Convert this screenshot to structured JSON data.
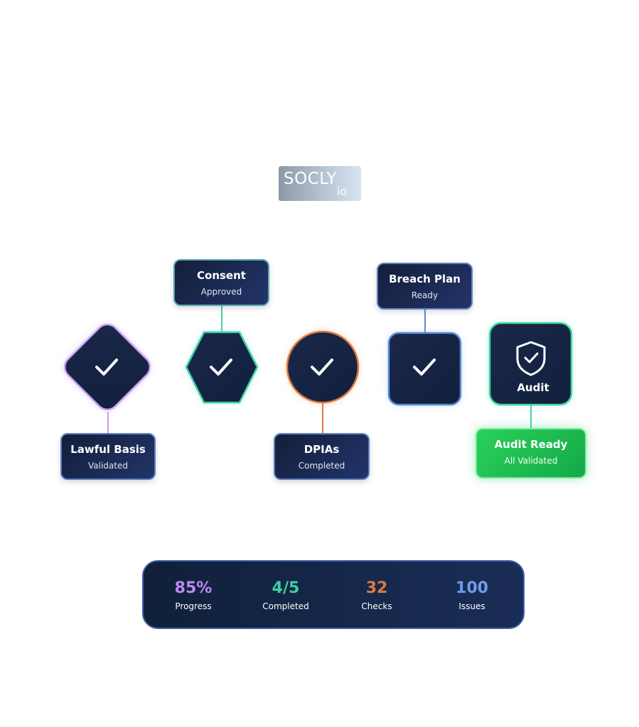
{
  "logo": {
    "wordmark": "SOCLY",
    "suffix": "io"
  },
  "steps": [
    {
      "id": "lawful",
      "title": "Lawful Basis",
      "status": "Validated",
      "shape": "diamond",
      "accent": "#b98bf0"
    },
    {
      "id": "consent",
      "title": "Consent",
      "status": "Approved",
      "shape": "hexagon",
      "accent": "#3fd1a8"
    },
    {
      "id": "dpia",
      "title": "DPIAs",
      "status": "Completed",
      "shape": "circle",
      "accent": "#e07a3e"
    },
    {
      "id": "breach",
      "title": "Breach Plan",
      "status": "Ready",
      "shape": "square",
      "accent": "#5b8ed6"
    },
    {
      "id": "audit",
      "title": "Audit Ready",
      "status": "All Validated",
      "shape": "shield-tile",
      "accent": "#3fd9a0"
    }
  ],
  "audit_node_label": "Audit",
  "icons": {
    "step": "checkmark-icon",
    "audit": "shield-check-icon"
  },
  "stats": [
    {
      "value": "85%",
      "label": "Progress",
      "color": "#b98bf0"
    },
    {
      "value": "4/5",
      "label": "Completed",
      "color": "#3fcf9f"
    },
    {
      "value": "32",
      "label": "Checks",
      "color": "#e07a3e"
    },
    {
      "value": "100",
      "label": "Issues",
      "color": "#6f9ee8"
    }
  ]
}
